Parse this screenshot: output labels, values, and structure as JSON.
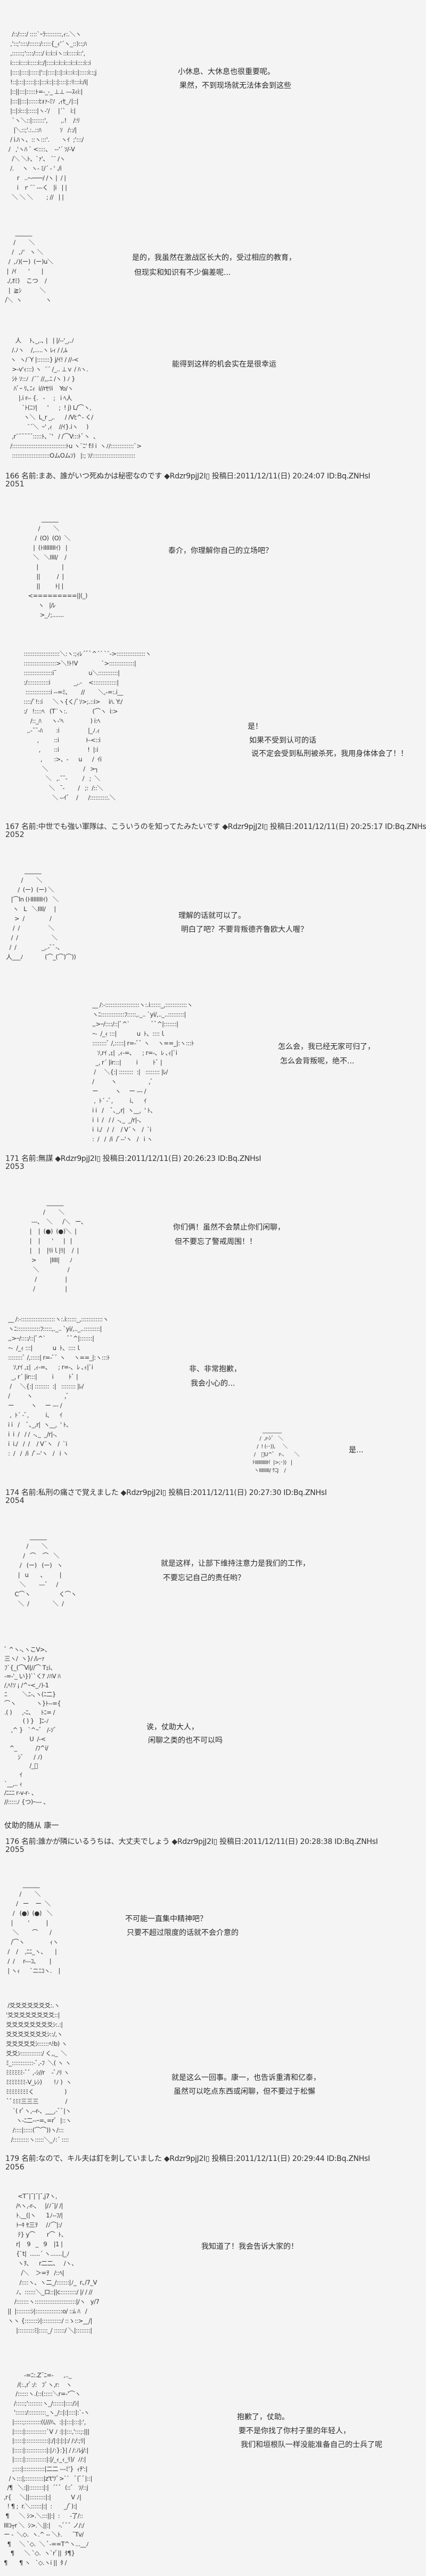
{
  "dialogue": {
    "d1a": "小休息、大休息也很重要呢。",
    "d1b": "果然，不到现场就无法体会到这些",
    "d2a": "是的，我虽然在激战区长大的，受过相应的教育，",
    "d2b": "但现实和知识有不少偏差呢...",
    "d3": "能得到这样的机会实在是很幸运",
    "d4": "泰介，你理解你自己的立场吧？",
    "d5a": "是！",
    "d5b": "如果不受到认可的话",
    "d5c": "说不定会受到私刑被杀死，我用身体体会了！！",
    "d6a": "理解的话就可以了。",
    "d6b": "明白了吧？不要背叛德齐鲁欧大人喔？",
    "d7a": "怎么会，我已经无家可归了，",
    "d7b": "怎么会背叛呢，绝不...",
    "d8a": "你们俩！虽然不会禁止你们闲聊，",
    "d8b": "但不要忘了警戒周围！！",
    "d9a": "非、非常抱歉，",
    "d9b": "我会小心的...",
    "d10": "是...",
    "d11a": "就是这样，让部下维持注意力是我们的工作，",
    "d11b": "不要忘记自己的责任哟？",
    "d12a": "诶，仗助大人，",
    "d12b": "闲聊之类的也不可以吗",
    "caption12": "仗助的随从  康一",
    "d13a": "不可能一直集中精神吧？",
    "d13b": "只要不超过限度的话就不会介意的",
    "d14a": "就是这么一回事。康一，也告诉重清和亿泰，",
    "d14b": "虽然可以吃点东西或闲聊，但不要过于松懈",
    "d15": "我知道了！我会告诉大家的！",
    "d16a": "抱歉了，仗助。",
    "d16b": "要不是你找了你村子里的年轻人，",
    "d16c": "我们和垣根队一样没能准备自己的士兵了呢"
  },
  "posts": [
    {
      "header": "166 名前:まあ、誰がいつ死ぬかは秘密なのです ◆Rdzr9pjJ2I▯ 投稿日:2011/12/11(日) 20:24:07 ID:Bq.ZNHsI",
      "number": "2051"
    },
    {
      "header": "167 名前:中世でも強い軍隊は、こういうのを知ってたみたいです ◆Rdzr9pjJ2I▯ 投稿日:2011/12/11(日) 20:25:17 ID:Bq.ZNHsI",
      "number": "2052"
    },
    {
      "header": "171 名前:無謀 ◆Rdzr9pjJ2I▯ 投稿日:2011/12/11(日) 20:26:23 ID:Bq.ZNHsI",
      "number": "2053"
    },
    {
      "header": "174 名前:私刑の痛さで覚えました ◆Rdzr9pjJ2I▯ 投稿日:2011/12/11(日) 20:27:30 ID:Bq.ZNHsI",
      "number": "2054"
    },
    {
      "header": "176 名前:誰かが隣にいるうちは、大丈夫でしょう ◆Rdzr9pjJ2I▯ 投稿日:2011/12/11(日) 20:28:38 ID:Bq.ZNHsI",
      "number": "2055"
    },
    {
      "header": "179 名前:なので、キル夫は釘を刺していました ◆Rdzr9pjJ2I▯ 投稿日:2011/12/11(日) 20:29:44 ID:Bq.ZNHsI",
      "number": "2056"
    }
  ],
  "art": {
    "a1": [
      "  /::/::::/ ::::`ｰﾗ:::::::::,ｨ:.＼ヽ",
      " ,'::;'::::/::::::/:::::{_ｨ'´ヽ_::)::;ﾊ",
      " ,::::::;'::::/::::/ i::i::iヽ::i:::::i::',",
      " i::::i::::i:::::i::/|::::i::i::i:::i::i::::i::i",
      " |::::|::::|:::::|'::|::::|::|::i:::i::|:::::i::;j",
      " !::|:::|:::::|::|:::i::|::|::::|::ﾘ:::i:/i|",
      " |::||:::|:::::ﾄ=-_-_ ⊥⊥ ---ｽｨi:|",
      " |:::||:::|::::::ﾋｫｧ-ﾐｿ  ,ｨｾ_ﾉ|::|",
      " |::|:i:::|:::::|ヽ-'/     |´`   i:|",
      "  `ヽ＼::|:::::::',        ,.!    /:ﾘ",
      "   |＼::;'.:..::ﾊ           ｿ   /::/|",
      " / i.ﾊヽ、::ヽ:::'.       ヽｲ  ;':::/",
      "/   ,'ヽﾊ ` <::::、  -‐'´ ｿ/-V",
      "  /＼ ＼ﾄ、`ｧ'、 ´¨ /ヽ",
      " /.     ヽ  ヽ- ﾐ/´ ‐ ' ./i",
      "     r   ..ｰ‐───/ /ヽ |  / |",
      "     i   ｒ´¨ ‐‐‐く   |i   | |",
      "  ＼ ＼ ＼        ; //   | |"
    ],
    "a2": [
      "         ______",
      "        /        ＼",
      "       /   ,ﾉ'   ヽ ＼",
      "     /  ,ﾉ)(ー)  (ー)u＼",
      "    |  /ｲ       '       |",
      "    ./,ｵﾐ)    こつ    /",
      "     |  ≧ｼ           ＼",
      "   /＼  ヽ              ヽ"
    ],
    "a3": [
      "    人     ﾄ､_,.､ |   | |/--'_,.ﾉ",
      "  /.ﾉヽ    /,.....ヽ ﾚｨ / /,ﾑ",
      " ヽ  ヽ/´Y |:::::::} j/ｲ! / //-<",
      "  >-v'ｨ:::) ヽ  ¨´ /_.. ⊥ｖ / ﾊヽ.",
      "  ｼﾄ ｿ::ﾉ  /´¨ //,,.ﾆ /ヽ ) ﾉ }",
      "   ﾊﾞｰ ﾘ､ﾆｨ  i//rｾﾘi    Yo/ヽ",
      "      |.i r-- {.   -     ;   i ﾍ人",
      "        `ﾄ(ﾆｿ|      '      ;  ! j) L/⌒ヽ,",
      "         ヽ＼  L_r _,.      / /Vﾋ^- く/",
      "           ¨´＼  ｰ' ,ｨ    //ｲ}.iヽ     )",
      "  ,r¨¯¯¯¯¯:::::ﾄ､ ¨'   / /⌒V:::ﾄﾞヽ  、",
      " /::::::::::::::::::::::::::::::ﾄu ヽ¨ﾆ' f:l i  ヽﾉ/:::::::::::::`>",
      "  :::::::::::::::::::::OムOムｿ)   |:; ｿ/::::::::::::::::::::::::"
    ],
    "a4": [
      "            ______",
      "          /        ＼",
      "        /  (O)  (O)  ＼",
      "       |  (ﾄIIIIIIIIｲ)   |",
      "       ＼   ＼IIII/    /",
      "         |              |",
      "         ||          /  |",
      "         ||         ﾄ| |",
      "    <=========||(_)",
      "          ヽ   |/ﾚ",
      "           >_ﾉ;......."
    ],
    "a5": [
      "  ::::::::::::::::::::＼:ヽ:;ｨﾚ´ﾞﾞ^´´ `¨‐>::::::::::::::::ヽ",
      "  ::::::::::::::::::>＼!ﾄ!V              `>::::::::::::::|",
      "  ::::::::::::::::i¯                   u＼:::::::::::|",
      "  :/::::::::::::i              _,.-    <:::::::::::::|",
      "   ::::::::::::::i --=ﾐ、      //        ＼,-=:.i__",
      "  ::::/ﾞ!::i      ＼ヽ{く/ﾞｿ>;.::i>     iﾊ. Y:/",
      "  :/   !::::ﾍ   (T¨ヽ:.               (⌒ヽ  i:>",
      "      /::_ﾊ      ヽ-'ﾍ                ) i:ﾍ",
      "    ,.-¯¯-ﾊ        :i                 |_ﾉ.ｨ",
      "          ,         ::i                ﾄ-<::i",
      "           ,        ::i                 !  |:i",
      "            ,       :>、-      u      /  ｲi",
      "             ＼                     /   >┐",
      "               ＼   ,.¯¯-         /   ;  ＼",
      "                 ＼   ¯-        /   ;:  /::＼",
      "                   ＼ --ｲﾞ    /      /::::::::::.＼"
    ],
    "a6": [
      "            ______",
      "          /        ＼",
      "        /  (ー)  (ー) ＼",
      "    |⌒ln (ﾄIIIIIIIIｲ)   ＼",
      "     ヽ   L   ＼IIII/     |",
      "      >  /               /",
      "     /  /                 ＼",
      "    /  /                    ＼",
      "   /  /               _,.-ﾞﾞ-、",
      " 人___ﾉ             (⌒_(⌒)⌒))"
    ],
    "a7": [
      " __ /:-:::::::::::::::::::ヽ:.i::::::_,::::::::::::ヽ",
      " ヽﾆ:::::::::::::ﾌ:::::,._.. `yi/,.._..:::::::::|",
      " ,,>ｰ/::::/::|ﾞ^`             ﾞﾞ^|:::::::|",
      " ｰ-  /_ｨ :::|            u  ﾄ、::::ｌ",
      " ::::::::ﾞ /,:::::| r=-ﾞﾞ ヽ     ヽ==_|:ヽ:::ﾄ",
      "    ｿ,rｲ ,ｪ|  ,ｨ-=､      ; r=-､  ﾚ ､ｨ|`i",
      "   _, r´ |ir:::|         i         ﾄﾞ |",
      "  /     ＼{:| ::::::::  :|   :::::::: |ﾚ/",
      " /          ヽ                   ,ﾞ",
      " ー          ヽ     ー --- /",
      "  ,  ﾄ´ -ﾞ,          i、    ｲ",
      " i i   /    ﾞ､_,r|  ヽ__,  ' ﾄ、",
      " i  i  /   / /  -､_  _/r|-、",
      " i  i./   /  /    / V´ヽ   /  `i",
      " :  /   /  /i  /ﾞ--'ヽ   /   i ヽ"
    ],
    "a8": [
      "               ______",
      "             /        ＼",
      "      ---、  ＼      /＼   ー、",
      "     |    |  (●)  (●)＼  |",
      "     |    |       '      |   |",
      "     |    |    |ﾘiｌ|ﾘ|    /  |",
      "      >        |IIII|      ﾉ",
      "       ＼                 /",
      "        /                 |",
      "       /                  |"
    ],
    "a10": [
      "          ________",
      "        /  ,r-ｼﾞ   ＼",
      "      /  ! (-･)),     ＼",
      "    /    ﾞU^ﾞ   r-、     ＼",
      "   ﾄIIIIIIIIIIｲ  |>;･))   |",
      "    ヽIIIIIIII/ ｹﾆJ    /"
    ],
    "a11": [
      "            ______",
      "          /        ＼",
      "        /   ⌒    ⌒   ＼",
      "      /   (ー)   (ー)   ヽ",
      "     |   u       、        |",
      "      ＼        ---ﾞ     /",
      "   C⌒ヽ                 く⌒ヽ",
      "     ＼  /              ＼  /"
    ],
    "a12": [
      "ﾞ ^ヽ-､ヽこV>、",
      "三ヽ/  ヽ}/ /ﾚｰｧ",
      "ﾌ`{_(⌒Vi|//⌒ Tｪi、",
      "-=-'_ い})``くｱ ﾉﾊV ﾊ",
      "/,ﾍ!ｿ ¡ /^ｰ<_ﾉ)-1",
      "ﾆ         ＼ﾆ-､ヽ(ﾆ二}",
      "⌒ヽ            ヽ}ﾄ--={",
      ".( )      ,-ﾆ、    ﾄﾆ= /",
      "           ( ) }   ]ﾆ-ﾉ",
      "    ,^ }   `^~ﾞ   /-ｿﾞ",
      "               U  /-<",
      "   ^_           /ﾌ^i/",
      "        ｼﾞ      / ﾉ)",
      "               /_ﾞ",
      "         ｲ",
      "`__,.. ｨ",
      "/ﾆﾆﾆ r‐v‐r‐ 、",
      "//:::::ﾉ {つ)ｰ--- 、"
    ],
    "a13": [
      "           ______",
      "         /        ＼",
      "       /   ー    ー  ＼",
      "     /   (●)  (●)   ＼",
      "    |         '          |",
      "     ＼        ⌒       /",
      "    /⌒ヽ               ｨヽ",
      "  /    /    ,ﾆﾆ_ヽ、     |",
      "  /  /     r---ｺ、      |",
      "  | ヽｨ      `ニﾆｺヽ.    |"
    ],
    "a14": [
      "  /爻爻爻爻爻爻爻:.ヽ",
      " '爻爻爻爻爻爻爻爻::|",
      " 爻爻爻爻爻爻爻爻ｼ:.:|",
      " 爻爻爻爻爻爻爻ｼ::/,ヽ",
      " 爻爻爻爻爻ｼ::::::ﾍ!b) ヽ",
      " 爻爻ｼ::::::::::::/ く,,_  ＼",
      " ﾐ_::::::::::::-ﾞ,-ﾌ  ＼( ヽ ヽ",
      " ﾐﾐﾐﾐﾐﾐ-ﾞﾞ ,-ｼ//r    -ﾞﾉﾘ ヽ",
      " ﾐﾐﾐﾐﾐﾐﾐ-V_ﾚｼ)       !ﾉ )  ヽ",
      " ﾐﾐﾐﾐﾐﾐﾐﾐく                  )",
      " `ﾞﾐﾐﾐ三三三                /",
      "     `( rﾞヽ,--r-、___,-ﾞﾞ|ヽ",
      "       ヽ-ﾆ二-‐ｰ=､=rﾞ  |::ヽ",
      "     /::::|:::::(⌒⌒))ヽ/:::",
      "    /:::::::::ヽ:::::＼_ﾉ:´ ::::"
    ],
    "a15": [
      "        <T¯|¯|¯|¯,j7ヽ,",
      "       /ﾍヽ,-r-、   |/ﾉ¯|/ /|",
      "       ﾄ.__(|ヽ      1ﾉ-‐ﾌ/|",
      "       ﾄｰｷ ｾ三ｦ     /ﾉ⌒|:/",
      "        ﾃ} y⌒       r⌒  ﾄ、",
      "       r|    9   _   9    |1 |",
      "       {`t|  ......´ ヽ.......|_ﾉ",
      "        ヽｦ、    r二二、   /ヽ、",
      "          /＼    ＞=ｦ   /::ﾍ|",
      "         /::::ヽ、ヽ二_/:::::::|ﾉ_  r､/7_V",
      "       ﾉ、::::::＼_ロ::||c:::::::::/ |/ / //",
      "      /:::::::ヽ:::::::::::::::::::::::|/ヽ   y/7",
      "  ||  |::::::::ｼ|:::::::::::::::o/ ::ﾑ ﾊ   /",
      "  ヽヽ {:::::::ｼ|:::::::::::/ ::ゝ::>__/|",
      "       |:::::::::ﾐ|:::::_/ ::::::/ ＼|::::::::|"
    ],
    "a16": [
      "             -=ﾆ:.Z¯ﾆ=-      ,.._",
      "         /(:.,rﾞ:/:   ﾌﾞヽ,r:    ヽ",
      "        /::::::ヽ.(::(:::::＼r=-'⌒ヽ",
      "       /:::::;'::::::::ヽ_/::::::|::::/ｼ|",
      "       '::::::/::::::::::_ヽ_/::|:|::::|:`-ヽ",
      "      |:::::;:::::::::((///ﾊ、:|:|:::|:::|:',",
      "      |:::::|::::::::::::`V ﾉ :|:|:::,':::;:|||",
      "      |:::::|:::::::::::::|:/|:|:|:|:/ /:/:;ﾘ|",
      "      |:::::|::::::::::::|:|ﾉ:}:}| / /:ﾉﾚj/:|",
      "      |:::::|::::::::::::|:|/_ｨ_ｨ_ﾘ)/  ﾉ/:|",
      "      ;::::|::::::::::::|二二 ---ﾐ'}  ｨﾁ':|",
      "    /ヽ:::|;::::::::::|z't'ﾂﾞ>``   ﾞ{ﾞﾞ|::|",
      "   /¶   ＼:||::::::::|:|  ´ﾞﾞ  (::ﾞ   ｿ/::j",
      " ,r{     ＼||:::::::::|:|            V ﾉ|",
      "   ! ¶ ;  r.＼::::::|:|  :       _/ﾞ):|",
      "  ¶      ＼ ｼ>.＼:::||:|  :      -了/::",
      " IIIｺ┬r ＼  ｼ>.＼||:|     -.ﾞﾞﾞ ノ/:/",
      " ー -  ＼◇.  ヽ.^ -- ＼ﾄ.      ¯Tv/",
      "   ¶     ＼ `◇.  ＼ ﾞ-==T^ヽ...__ﾉ",
      "     ¶      ＼ `◇.  ヽ`rﾞ||  ﾀ¶}",
      " ¶       ¶ ヽ   `◇.ヽi ||  ﾀ /"
    ]
  }
}
